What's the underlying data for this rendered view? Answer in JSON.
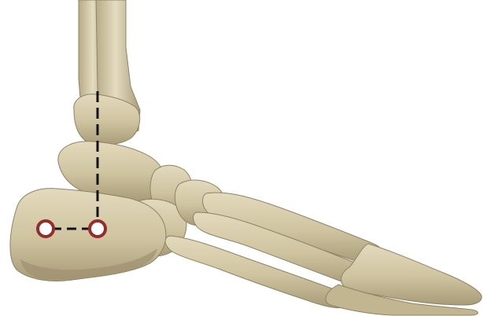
{
  "image": {
    "subject": "skeleton-foot-lateral-view",
    "colors": {
      "background": "#ffffff",
      "bone_light": "#ddd3b4",
      "bone_mid": "#c9bd97",
      "bone_dark": "#9f9270",
      "bone_shadow": "#7f7459",
      "marker_ring": "#962c2c",
      "marker_fill": "#ffffff",
      "dashed_line": "#111111"
    },
    "markers": [
      {
        "name": "posterior-calcaneus-marker"
      },
      {
        "name": "subtalar-axis-marker"
      }
    ],
    "lines": [
      {
        "name": "vertical-tibial-axis-line",
        "style": "dashed"
      },
      {
        "name": "horizontal-calcaneal-line",
        "style": "dashed"
      }
    ]
  }
}
